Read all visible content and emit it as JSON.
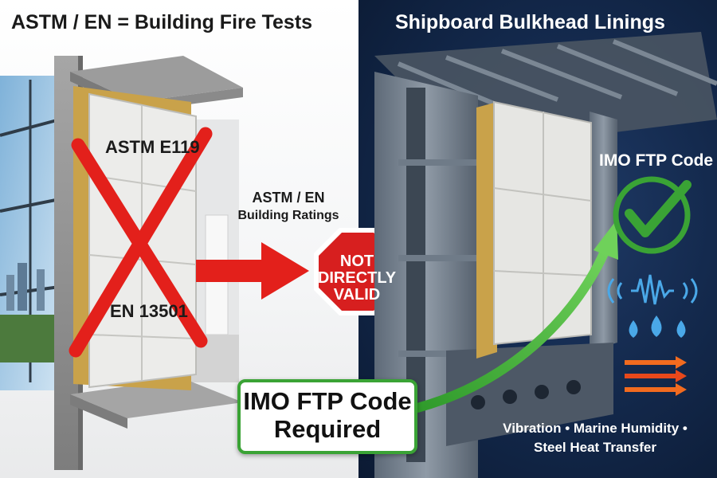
{
  "left": {
    "heading": "ASTM / EN = Building Fire Tests",
    "panel_label_top": "ASTM E119",
    "panel_label_bottom": "EN 13501"
  },
  "middle": {
    "arrow_caption_line1": "ASTM / EN",
    "arrow_caption_line2": "Building Ratings",
    "stop_sign_lines": [
      "NOT",
      "DIRECTLY",
      "VALID"
    ],
    "callout_lines": [
      "IMO FTP Code",
      "Required"
    ]
  },
  "right": {
    "heading": "Shipboard Bulkhead Linings",
    "code_label": "IMO FTP Code",
    "footer_line1": "Vibration • Marine Humidity •",
    "footer_line2": "Steel Heat Transfer"
  },
  "icons": [
    "red-x-icon",
    "arrow-right-icon",
    "stop-sign-icon",
    "check-icon",
    "vibration-wave-icon",
    "water-drop-icon",
    "heat-flow-arrows-icon",
    "curved-arrow-icon"
  ],
  "colors": {
    "red": "#e3201b",
    "green": "#3aa335",
    "navy": "#142a4e",
    "white": "#ffffff",
    "blue_accent": "#4aa8e8",
    "orange": "#f26b1f"
  }
}
